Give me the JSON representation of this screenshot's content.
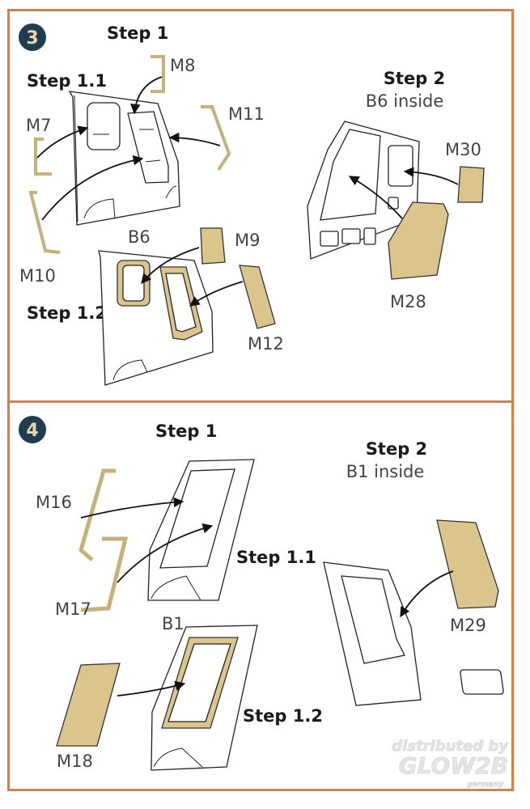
{
  "colors": {
    "border": "#e07d3c",
    "step_badge": "#1f3d4f",
    "step_badge_text": "#e9d7a8",
    "part_fill": "#dcc48d"
  },
  "step3": {
    "number": "3",
    "step1_title": "Step 1",
    "step1_1_title": "Step 1.1",
    "step1_2_title": "Step 1.2",
    "step2_title": "Step 2",
    "step2_subtitle": "B6 inside",
    "body_part_label": "B6",
    "parts": [
      "M7",
      "M8",
      "M9",
      "M10",
      "M11",
      "M12",
      "M28",
      "M30"
    ]
  },
  "step4": {
    "number": "4",
    "step1_title": "Step 1",
    "step1_1_title": "Step 1.1",
    "step1_2_title": "Step 1.2",
    "step2_title": "Step 2",
    "step2_subtitle": "B1 inside",
    "body_part_label": "B1",
    "parts": [
      "M16",
      "M17",
      "M18",
      "M29"
    ]
  },
  "watermark": {
    "line1": "distributed by",
    "line2": "GLOW2B",
    "line3": "germany"
  }
}
